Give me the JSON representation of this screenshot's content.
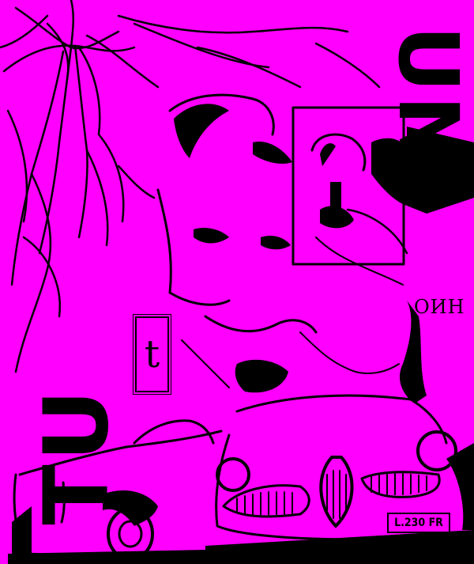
{
  "poster": {
    "background_color": "#ff00ff",
    "ink_color": "#000000",
    "words": {
      "top_right": "UN",
      "bottom_left": "TU",
      "right_mirrored": "ОИН",
      "boxed_letter": "t"
    },
    "license_plate": "L.230 FR",
    "illustrations": [
      "tangled-roots",
      "large-face",
      "framed-man-with-gun",
      "convertible-car-side",
      "alfa-romeo-car-front"
    ]
  }
}
